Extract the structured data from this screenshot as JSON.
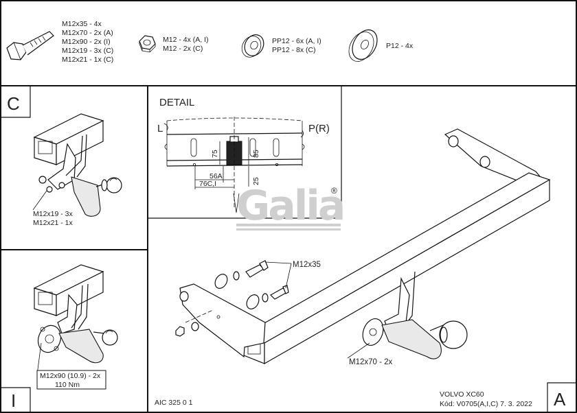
{
  "hardware": {
    "bolt": [
      "M12x35 - 4x",
      "M12x70 - 2x (A)",
      "M12x90 - 2x (I)",
      "M12x19 - 3x (C)",
      "M12x21 - 1x (C)"
    ],
    "nut": [
      "M12 - 4x (A, I)",
      "M12 - 2x (C)"
    ],
    "washer": [
      "PP12 - 6x (A, I)",
      "PP12 - 8x (C)"
    ],
    "plate_washer": [
      "P12 - 4x"
    ]
  },
  "panel_c": {
    "letter": "C",
    "callout": [
      "M12x19 - 3x",
      "M12x21 - 1x"
    ]
  },
  "panel_i": {
    "letter": "I",
    "callout": [
      "M12x90 (10.9) - 2x",
      "110 Nm"
    ]
  },
  "detail": {
    "title": "DETAIL",
    "left": "L",
    "right": "P(R)",
    "dim_75": "75",
    "dim_85": "85",
    "dim_25": "25",
    "code_a": "56A",
    "code_ci": "76C,I"
  },
  "brand": {
    "logo_text": "Galia",
    "registered": "®"
  },
  "main": {
    "bolt_callout": "M12x35",
    "hitch_callout": "M12x70 - 2x",
    "letter": "A"
  },
  "footer": {
    "drawing_no": "AIC 325 0 1",
    "vehicle": "VOLVO XC60",
    "code": "Kód: V0705(A,I,C)  7. 3. 2022"
  }
}
